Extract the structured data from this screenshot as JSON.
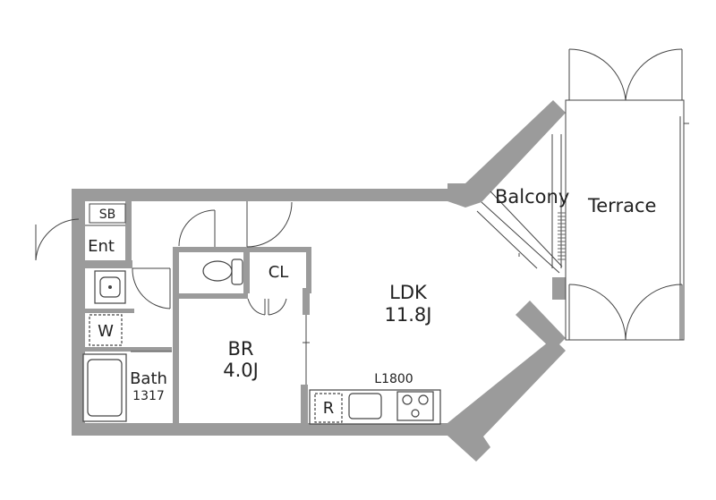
{
  "rooms": {
    "balcony": "Balcony",
    "terrace": "Terrace",
    "ldk": {
      "name": "LDK",
      "size": "11.8J"
    },
    "br": {
      "name": "BR",
      "size": "4.0J"
    },
    "cl": "CL",
    "sb": "SB",
    "ent": "Ent",
    "w": "W",
    "bath": {
      "name": "Bath",
      "size": "1317"
    }
  },
  "kitchen": {
    "length": "L1800",
    "r": "R"
  },
  "colors": {
    "wall": "#9b9b9b",
    "line": "#444444",
    "background": "#ffffff"
  }
}
